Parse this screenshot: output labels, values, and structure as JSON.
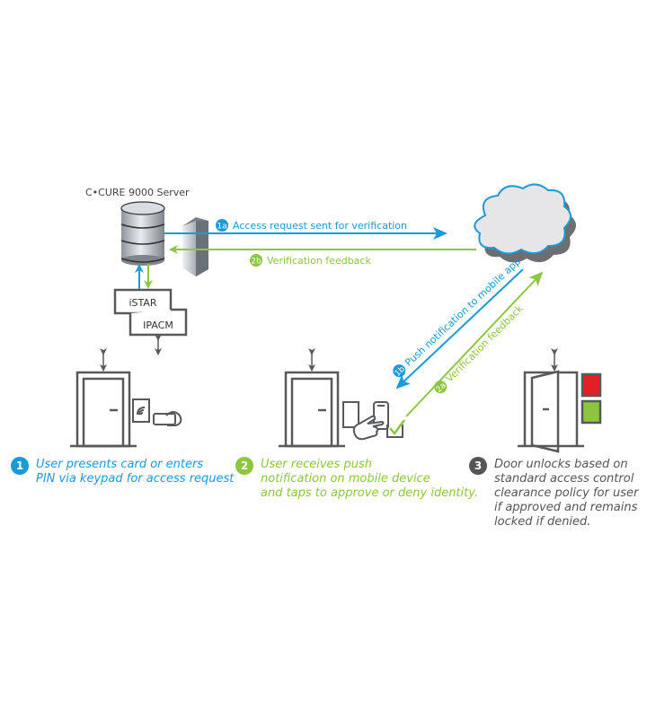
{
  "colors": {
    "blue": "#1a9ad7",
    "green": "#8cc63f",
    "gray": "#555555",
    "red": "#e21f26",
    "cloud_fill": "#e6e6e8",
    "cloud_shadow": "#6d6e70"
  },
  "server": {
    "title": "C•CURE 9000 Server",
    "icon": "database-server-icon",
    "firewall_icon": "firewall-icon"
  },
  "controllers": {
    "istar": "iSTAR",
    "ipacm": "IPACM"
  },
  "flows": {
    "f1a": {
      "badge": "1a",
      "label": "Access request sent for verification"
    },
    "f2b": {
      "badge": "2b",
      "label": "Verification feedback"
    },
    "f1b": {
      "badge": "1b",
      "label": "Push notification to mobile app"
    },
    "f2a": {
      "badge": "2a",
      "label": "Verification feedback"
    }
  },
  "cloud": {
    "icon": "cloud-icon"
  },
  "steps": [
    {
      "number": "1",
      "text": "User presents card or enters\nPIN via keypad for access request"
    },
    {
      "number": "2",
      "text": "User receives push\nnotification on mobile device\nand taps to approve or deny identity."
    },
    {
      "number": "3",
      "text": "Door unlocks based on\nstandard access control\nclearance policy for user\nif approved and remains\nlocked if denied."
    }
  ],
  "indicators": {
    "denied": "red-light-icon",
    "approved": "green-light-icon"
  }
}
